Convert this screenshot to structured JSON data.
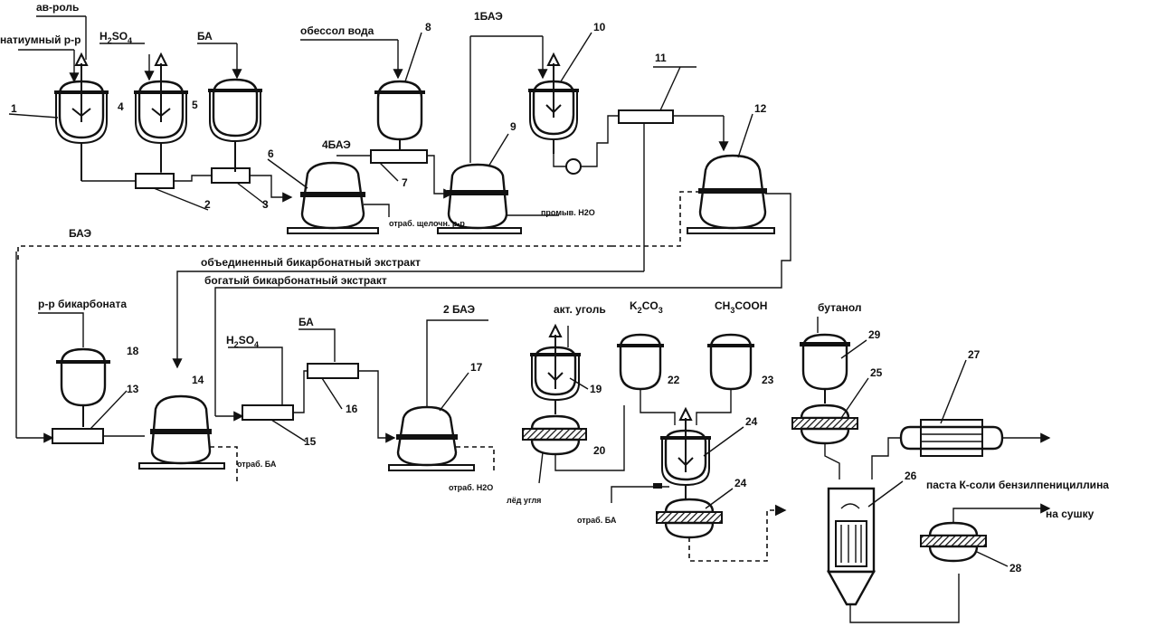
{
  "streams": {
    "s_top_cut": "ав-роль",
    "s_natiumny": "натиумный р-р",
    "s_h2so4_top": "H2SO4",
    "s_ba_top": "БА",
    "s_obessol": "обессол вода",
    "s_1baz": "1БАЭ",
    "s_4baz": "4БАЭ",
    "s_otrab_right": "отраб. щелочн. р-р",
    "s_promyv": "промыв. Н2О",
    "s_baz_left": "БАЭ",
    "s_combined": "объединенный бикарбонатный экстракт",
    "s_bogatyi": "богатый бикарбонатный экстракт",
    "s_bicarb": "р-р бикарбоната",
    "s_h2so4_mid": "H2SO4",
    "s_ba_mid": "БА",
    "s_2baz": "2 БАЭ",
    "s_akt_ugol": "акт. уголь",
    "s_k2co3": "K2CO3",
    "s_ch3cooh": "CH3COOH",
    "s_butanol": "бутанол",
    "s_otrab_ba1": "отраб. БА",
    "s_otrab_h2o": "отраб. Н2О",
    "s_led_ugol": "лёд угля",
    "s_otrab_ba2": "отраб. БА",
    "s_pasta": "паста К-соли бензилпенициллина",
    "s_na_sushku": "на сушку"
  },
  "equipment_numbers": {
    "n1": "1",
    "n2": "2",
    "n3": "3",
    "n4": "4",
    "n5": "5",
    "n6": "6",
    "n7": "7",
    "n8": "8",
    "n9": "9",
    "n10": "10",
    "n11": "11",
    "n12": "12",
    "n13": "13",
    "n14": "14",
    "n15": "15",
    "n16": "16",
    "n17": "17",
    "n18": "18",
    "n19": "19",
    "n20": "20",
    "n22": "22",
    "n23": "23",
    "n24a": "24",
    "n24b": "24",
    "n25": "25",
    "n26": "26",
    "n27": "27",
    "n28": "28",
    "n29": "29"
  }
}
